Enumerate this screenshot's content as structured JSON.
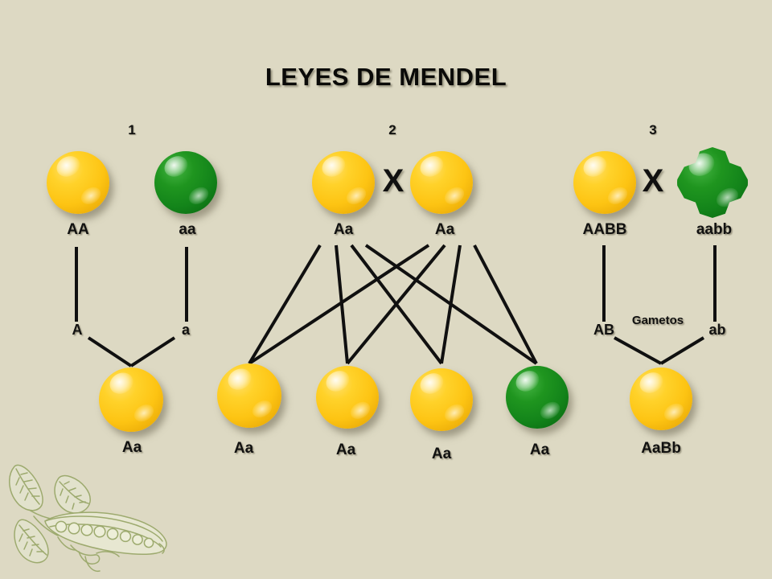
{
  "title": "LEYES DE MENDEL",
  "background_color": "#ddd9c3",
  "colors": {
    "yellow_pea": "#fdc413",
    "green_pea": "#13841a",
    "line": "#101010",
    "text": "#111110",
    "plant_illustration": "#9aa86a"
  },
  "groups": [
    {
      "number": "1",
      "parents": [
        {
          "genotype": "AA",
          "color": "yellow",
          "shape": "round"
        },
        {
          "genotype": "aa",
          "color": "green",
          "shape": "round"
        }
      ],
      "cross_symbol": "",
      "gametes": [
        "A",
        "a"
      ],
      "gametes_label": "",
      "offspring": [
        {
          "genotype": "Aa",
          "color": "yellow",
          "shape": "round"
        }
      ]
    },
    {
      "number": "2",
      "parents": [
        {
          "genotype": "Aa",
          "color": "yellow",
          "shape": "round"
        },
        {
          "genotype": "Aa",
          "color": "yellow",
          "shape": "round"
        }
      ],
      "cross_symbol": "X",
      "gametes": [],
      "gametes_label": "",
      "offspring": [
        {
          "genotype": "Aa",
          "color": "yellow",
          "shape": "round"
        },
        {
          "genotype": "Aa",
          "color": "yellow",
          "shape": "round"
        },
        {
          "genotype": "Aa",
          "color": "yellow",
          "shape": "round"
        },
        {
          "genotype": "Aa",
          "color": "green",
          "shape": "round"
        }
      ]
    },
    {
      "number": "3",
      "parents": [
        {
          "genotype": "AABB",
          "color": "yellow",
          "shape": "round"
        },
        {
          "genotype": "aabb",
          "color": "green",
          "shape": "wrinkled"
        }
      ],
      "cross_symbol": "X",
      "gametes": [
        "AB",
        "ab"
      ],
      "gametes_label": "Gametos",
      "offspring": [
        {
          "genotype": "AaBb",
          "color": "yellow",
          "shape": "round"
        }
      ]
    }
  ],
  "illustration": {
    "name": "pea-plant-drawing",
    "description": "pea pod with peas, leaves and tendrils"
  }
}
